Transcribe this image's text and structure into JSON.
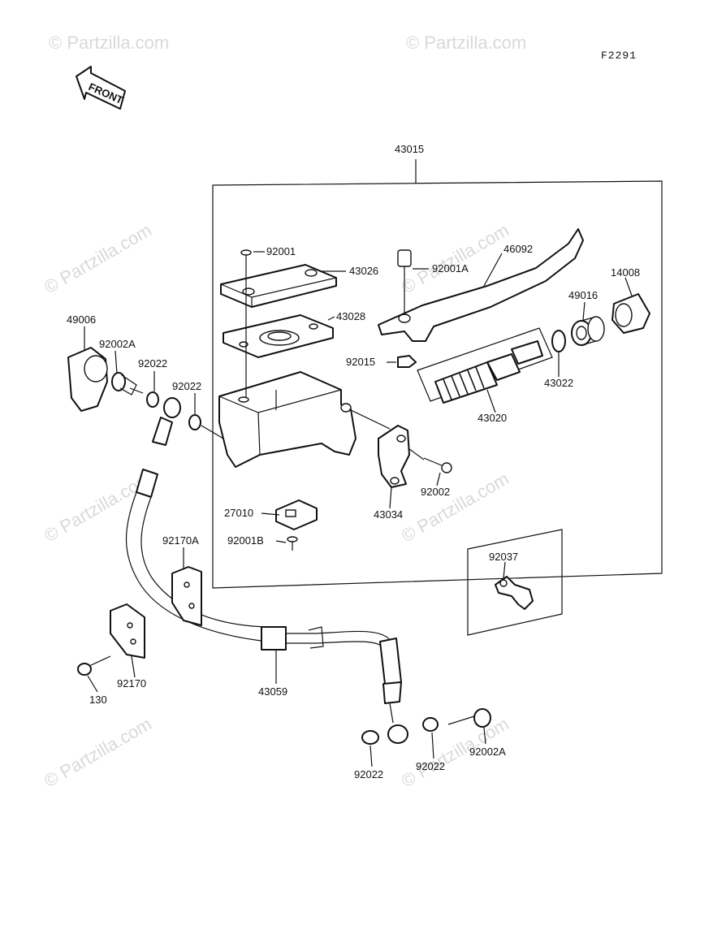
{
  "figure_code": "F2291",
  "front_label": "FRONT",
  "watermark": "© Partzilla.com",
  "parts": {
    "p43015": "43015",
    "p92001": "92001",
    "p43026": "43026",
    "p92001A": "92001A",
    "p46092": "46092",
    "p14008": "14008",
    "p43028": "43028",
    "p49016": "49016",
    "p49006": "49006",
    "p92002A_top": "92002A",
    "p92022_a": "92022",
    "p92022_b": "92022",
    "p92015": "92015",
    "p43022": "43022",
    "p43020": "43020",
    "p92002": "92002",
    "p43034": "43034",
    "p27010": "27010",
    "p92001B": "92001B",
    "p92170A": "92170A",
    "p92037": "92037",
    "p130": "130",
    "p92170": "92170",
    "p43059": "43059",
    "p92022_c": "92022",
    "p92022_d": "92022",
    "p92002A_bottom": "92002A"
  }
}
